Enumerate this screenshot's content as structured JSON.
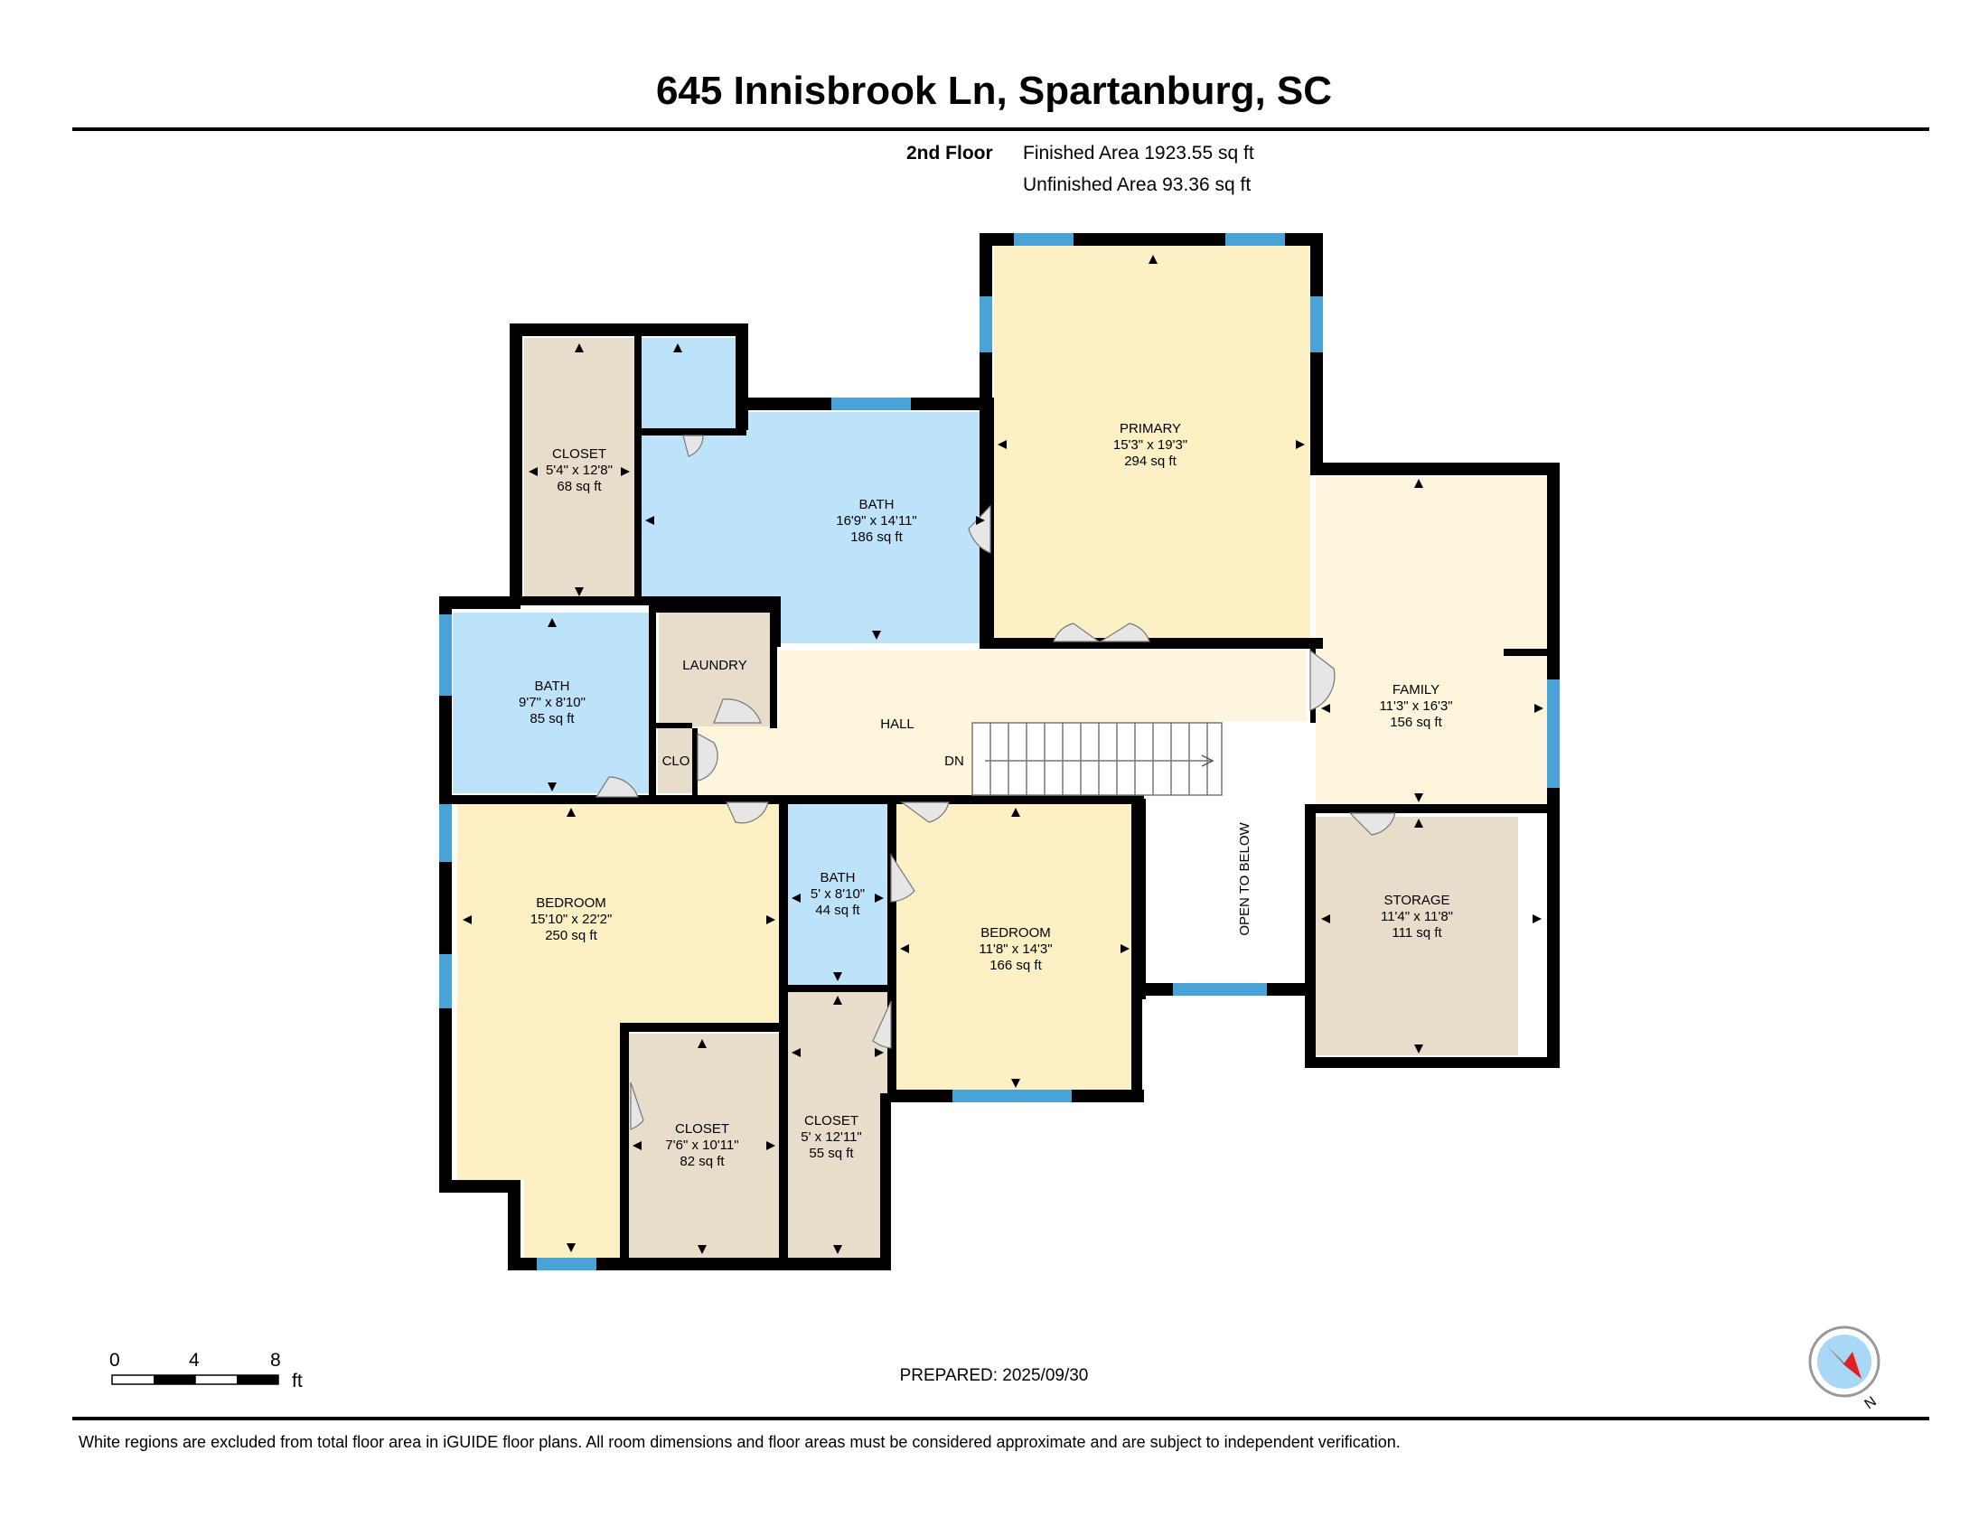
{
  "header": {
    "address": "645 Innisbrook Ln, Spartanburg, SC",
    "floor": "2nd Floor",
    "finished": "Finished Area 1923.55 sq ft",
    "unfinished": "Unfinished Area 93.36 sq ft"
  },
  "rooms": {
    "primary": {
      "name": "PRIMARY",
      "dims": "15'3\" x 19'3\"",
      "area": "294 sq ft"
    },
    "closet_nw": {
      "name": "CLOSET",
      "dims": "5'4\" x 12'8\"",
      "area": "68 sq ft"
    },
    "bath_main": {
      "name": "BATH",
      "dims": "16'9\" x 14'11\"",
      "area": "186 sq ft"
    },
    "bath_w": {
      "name": "BATH",
      "dims": "9'7\" x 8'10\"",
      "area": "85 sq ft"
    },
    "laundry": {
      "name": "LAUNDRY"
    },
    "hall": {
      "name": "HALL"
    },
    "clo": {
      "name": "CLO"
    },
    "stairs": {
      "name": "DN"
    },
    "family": {
      "name": "FAMILY",
      "dims": "11'3\" x 16'3\"",
      "area": "156 sq ft"
    },
    "open_below": {
      "name": "OPEN TO BELOW"
    },
    "storage": {
      "name": "STORAGE",
      "dims": "11'4\" x 11'8\"",
      "area": "111 sq ft"
    },
    "bedroom_sw": {
      "name": "BEDROOM",
      "dims": "15'10\" x 22'2\"",
      "area": "250 sq ft"
    },
    "bath_small": {
      "name": "BATH",
      "dims": "5' x 8'10\"",
      "area": "44 sq ft"
    },
    "bedroom_s": {
      "name": "BEDROOM",
      "dims": "11'8\" x 14'3\"",
      "area": "166 sq ft"
    },
    "closet_s1": {
      "name": "CLOSET",
      "dims": "7'6\" x 10'11\"",
      "area": "82 sq ft"
    },
    "closet_s2": {
      "name": "CLOSET",
      "dims": "5' x 12'11\"",
      "area": "55 sq ft"
    }
  },
  "scale": {
    "labels": [
      "0",
      "4",
      "8"
    ],
    "unit": "ft"
  },
  "prepared": "PREPARED: 2025/09/30",
  "compass_icon": "compass-icon",
  "compass_label": "N",
  "footer": "White regions are excluded from total floor area in iGUIDE floor plans. All room dimensions and floor areas must be considered approximate and are subject to independent verification.",
  "colors": {
    "bedroom": "#fdf0c4",
    "bath": "#bde3fa",
    "closet": "#e8ddcb",
    "hall": "#fdf6dc",
    "wall": "#000000",
    "window": "#4aa3d6"
  }
}
